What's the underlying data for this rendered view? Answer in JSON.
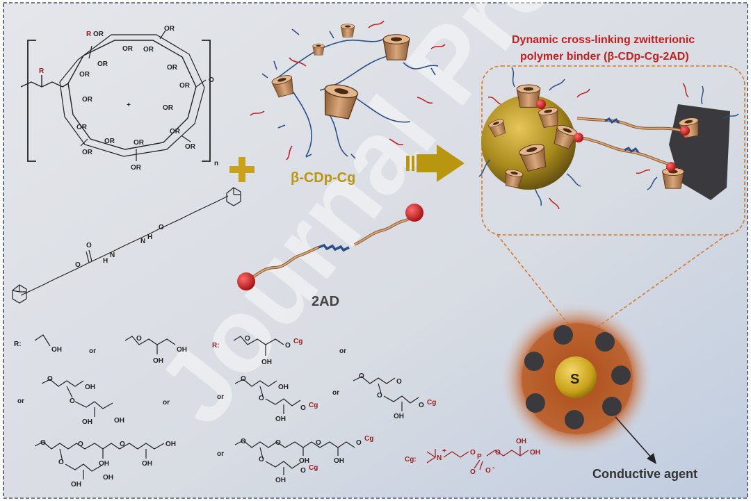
{
  "figure": {
    "title_line1": "Dynamic cross-linking zwitterionic",
    "title_line2": "polymer binder (β-CDp-Cg-2AD)",
    "polymer_label": "β-CDp-Cg",
    "guest_label": "2AD",
    "conductive_label": "Conductive agent",
    "sulfur_label": "S",
    "repeat_label": "n",
    "watermark": "Journal Pre-proof",
    "r_label": "R:",
    "r_label_2": "R:",
    "or_word": "or",
    "cg_label": "Cg:",
    "cg": "Cg",
    "oh": "OH",
    "or_group": "OR",
    "o": "O",
    "h": "H",
    "n_atom": "N",
    "p_atom": "P",
    "r_atom": "R",
    "plus": "+",
    "minus": "-"
  },
  "colors": {
    "background": "#d9dde4",
    "frame": "#3f5270",
    "title_red": "#c21f1f",
    "cg_red": "#9b1b1b",
    "gold": "#c9a21a",
    "arrow_gold": "#b8960f",
    "cork": "#c8956a",
    "orange_dash": "#d27a2a",
    "carbon": "#3a3a3e",
    "blue_chain": "#2a4f86"
  }
}
